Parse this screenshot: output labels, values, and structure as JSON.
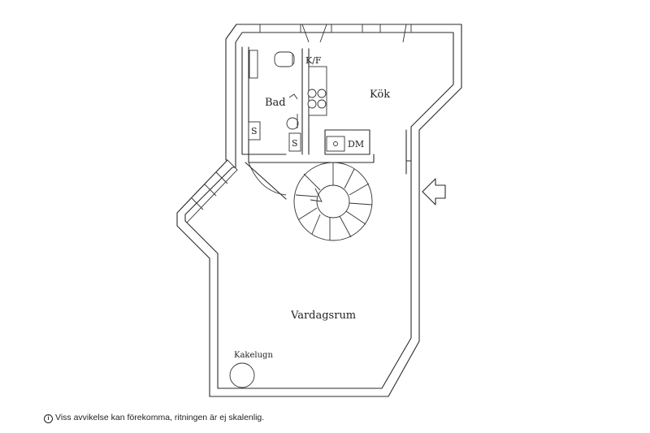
{
  "rooms": {
    "bad": "Bad",
    "kok": "Kök",
    "vardagsrum": "Vardagsrum"
  },
  "fixtures": {
    "kf": "K/F",
    "dm": "DM",
    "s1": "S",
    "s2": "S",
    "kakelugn": "Kakelugn"
  },
  "footer": {
    "icon": "info-icon",
    "text": "Viss avvikelse kan förekomma, ritningen är ej skalenlig."
  }
}
